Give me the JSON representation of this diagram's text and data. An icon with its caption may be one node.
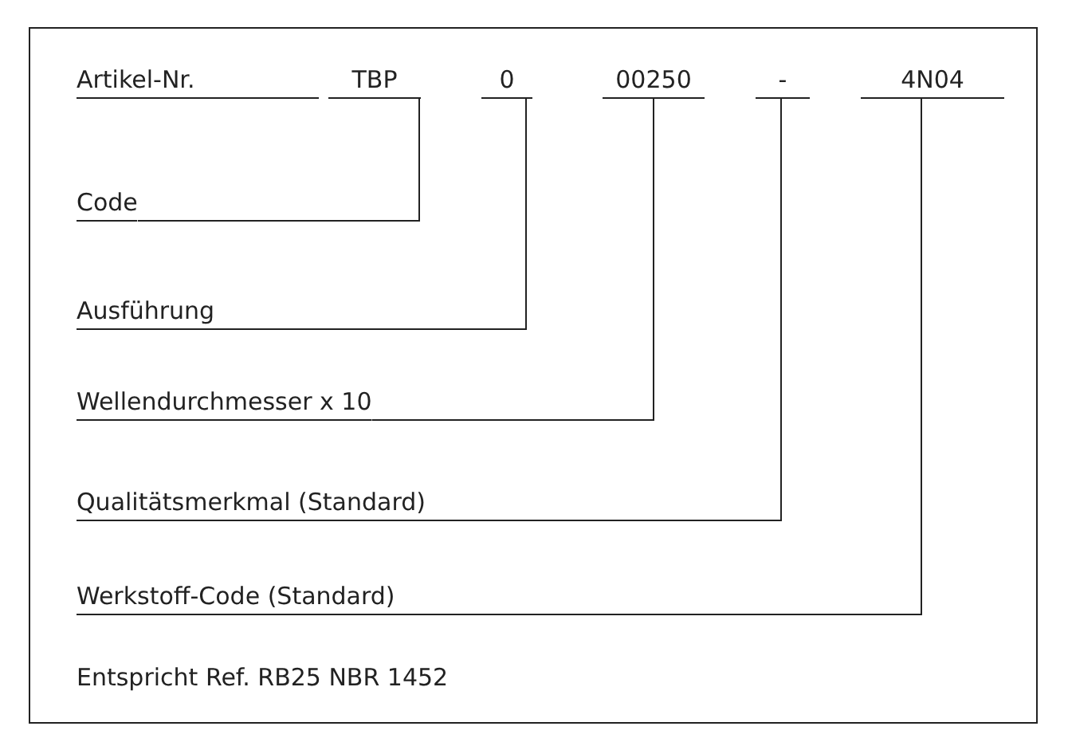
{
  "diagram": {
    "nodes": [
      {
        "text": [
          "TBP"
        ]
      },
      {
        "text": [
          "0"
        ]
      },
      {
        "text": [
          "00250"
        ]
      },
      {
        "text": [
          "-"
        ]
      },
      {
        "text": [
          "4N04"
        ]
      },
      {
        "text": [
          "Code"
        ]
      },
      {
        "text": [
          "Ausführung"
        ]
      },
      {
        "text": [
          "Wellendurchmesser x 10"
        ]
      },
      {
        "text": [
          "Qualitätsmerkmal (Standard)"
        ]
      },
      {
        "text": [
          "Werkstoff-Code (Standard)"
        ]
      }
    ],
    "edges": [
      {
        "from": 0,
        "to": 5,
        "arrow": "none"
      },
      {
        "from": 1,
        "to": 6,
        "arrow": "none"
      },
      {
        "from": 2,
        "to": 7,
        "arrow": "none"
      },
      {
        "from": 3,
        "to": 8,
        "arrow": "none"
      },
      {
        "from": 4,
        "to": 9,
        "arrow": "none"
      }
    ],
    "labels": [
      "Artikel-Nr.",
      "Entspricht Ref. RB25 NBR 1452"
    ]
  }
}
